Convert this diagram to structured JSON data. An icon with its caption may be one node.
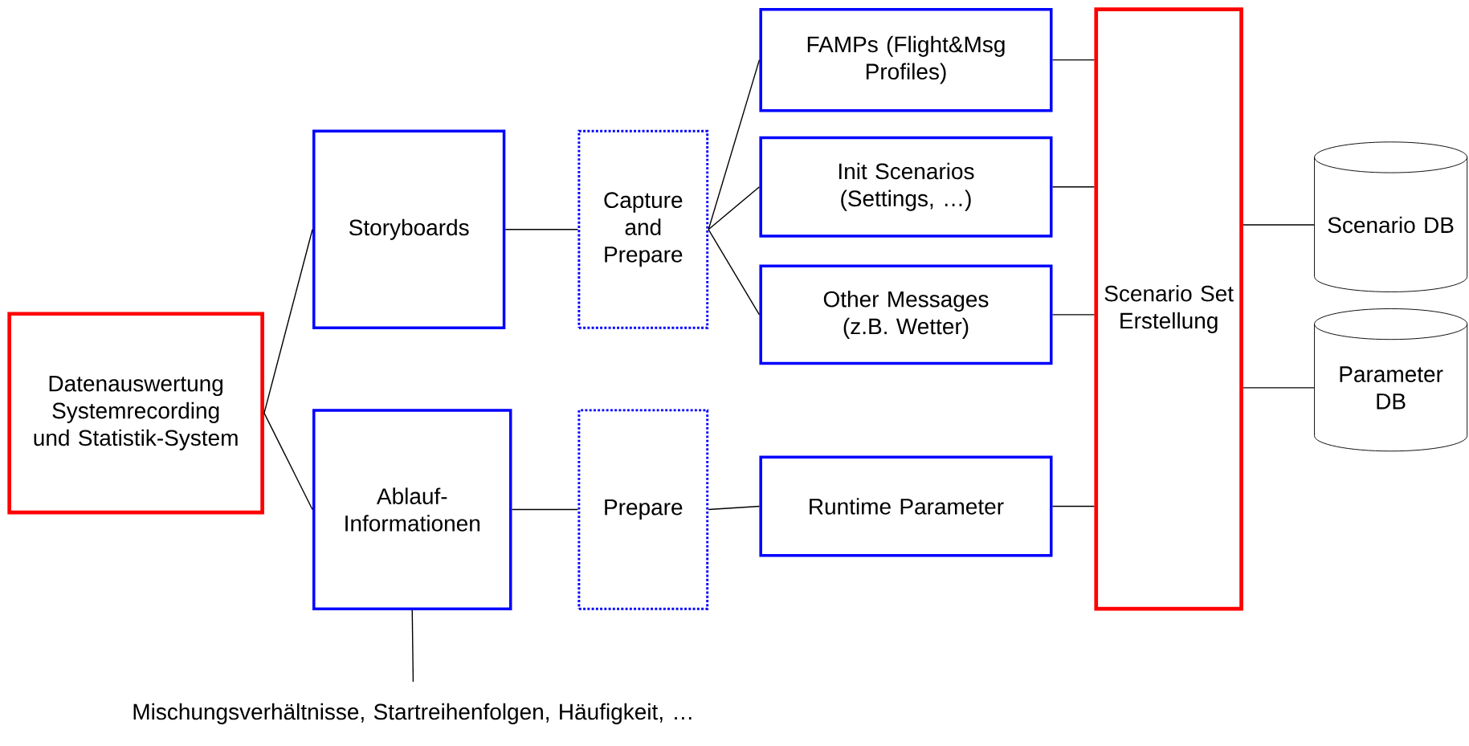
{
  "diagram": {
    "nodes": [
      {
        "text": [
          "Datenauswertung Systemrecording und Statistik-System"
        ]
      },
      {
        "text": [
          "Storyboards"
        ]
      },
      {
        "text": [
          "Ablauf-Informationen"
        ]
      },
      {
        "text": [
          "Capture and Prepare"
        ]
      },
      {
        "text": [
          "Prepare"
        ]
      },
      {
        "text": [
          "FAMPs (Flight&Msg Profiles)"
        ]
      },
      {
        "text": [
          "Init Scenarios (Settings, …)"
        ]
      },
      {
        "text": [
          "Other Messages (z.B. Wetter)"
        ]
      },
      {
        "text": [
          "Runtime Parameter"
        ]
      },
      {
        "text": [
          "Scenario Set Erstellung"
        ]
      },
      {
        "text": [
          "Scenario DB"
        ]
      },
      {
        "text": [
          "Parameter DB"
        ]
      },
      {
        "text": [
          "Mischungsverhältnisse, Startreihenfolgen, Häufigkeit, …"
        ]
      }
    ],
    "edges": [
      {
        "from": 0,
        "to": 1,
        "arrow": "none"
      },
      {
        "from": 0,
        "to": 2,
        "arrow": "none"
      },
      {
        "from": 1,
        "to": 3,
        "arrow": "none"
      },
      {
        "from": 3,
        "to": 5,
        "arrow": "none"
      },
      {
        "from": 3,
        "to": 6,
        "arrow": "none"
      },
      {
        "from": 3,
        "to": 7,
        "arrow": "none"
      },
      {
        "from": 2,
        "to": 4,
        "arrow": "none"
      },
      {
        "from": 4,
        "to": 8,
        "arrow": "none"
      },
      {
        "from": 2,
        "to": 12,
        "arrow": "none"
      },
      {
        "from": 5,
        "to": 9,
        "arrow": "none"
      },
      {
        "from": 6,
        "to": 9,
        "arrow": "none"
      },
      {
        "from": 7,
        "to": 9,
        "arrow": "none"
      },
      {
        "from": 8,
        "to": 9,
        "arrow": "none"
      },
      {
        "from": 9,
        "to": 10,
        "arrow": "none"
      },
      {
        "from": 9,
        "to": 11,
        "arrow": "none"
      }
    ]
  }
}
